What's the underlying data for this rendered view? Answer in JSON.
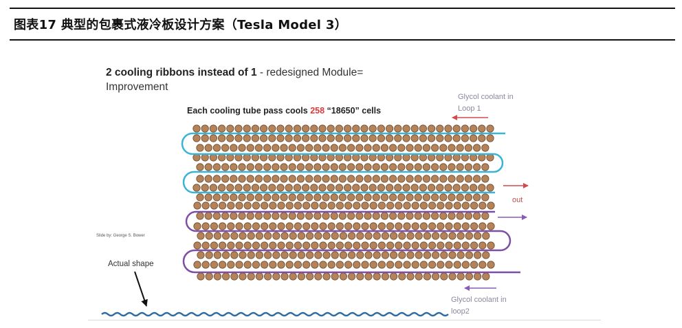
{
  "header": {
    "title": "图表17 典型的包裹式液冷板设计方案（Tesla Model 3）"
  },
  "diagram": {
    "headline_bold": "2 cooling ribbons instead of 1",
    "headline_rest": " - redesigned Module=",
    "headline_line2": "Improvement",
    "subhead_prefix": "Each cooling tube pass cools ",
    "subhead_number": "258",
    "subhead_suffix": " “18650” cells",
    "loop1_label_line1": "Glycol coolant in",
    "loop1_label_line2": "Loop 1",
    "out_label": "out",
    "loop2_label_line1": "Glycol coolant in",
    "loop2_label_line2": "loop2",
    "credit": "Slide by: George S. Bower",
    "actual_shape_label": "Actual shape",
    "colors": {
      "loop1": "#3ab3d6",
      "loop2": "#7d4ea6",
      "cell_fill": "#b5835a",
      "cell_stroke": "#6e4a2c",
      "arrow_red": "#d44a4a",
      "arrow_purple": "#8a5bb5",
      "wave": "#2f6aa0"
    }
  }
}
